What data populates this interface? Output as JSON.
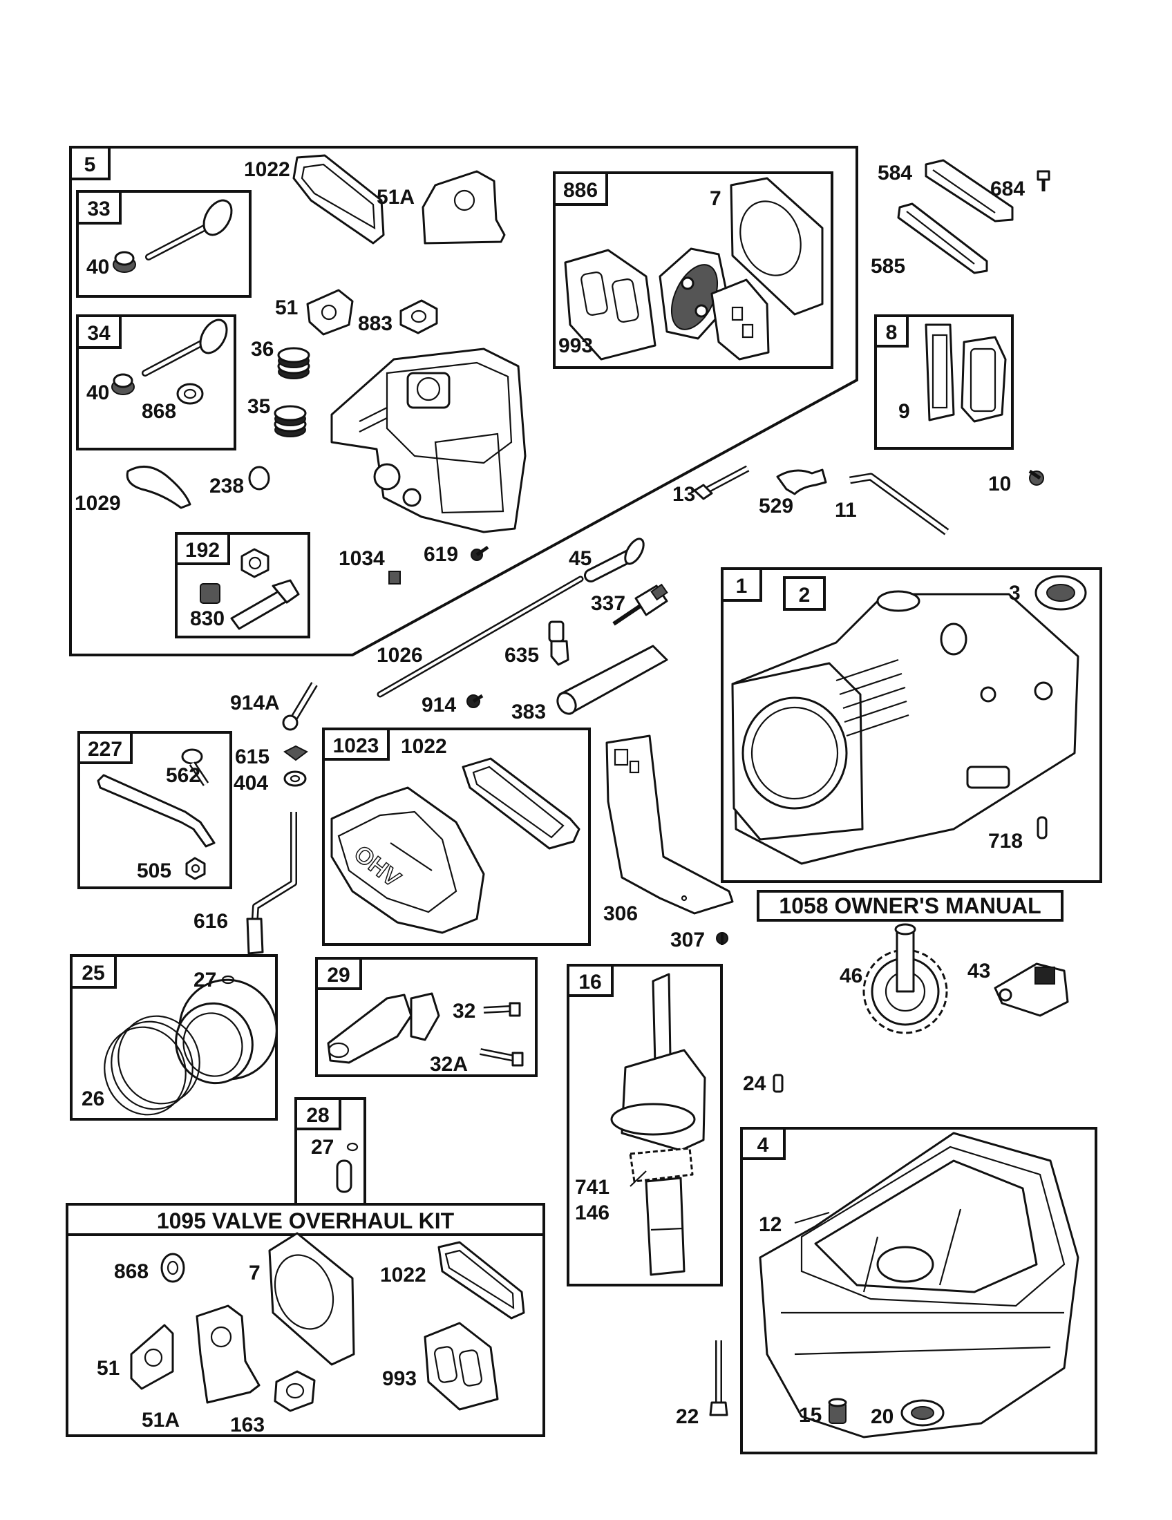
{
  "groups": {
    "g5": "5",
    "g33": "33",
    "g34": "34",
    "g192": "192",
    "g886": "886",
    "g8": "8",
    "g1": "1",
    "g2": "2",
    "g227": "227",
    "g1023": "1023",
    "g25": "25",
    "g29": "29",
    "g28": "28",
    "g16": "16",
    "g4": "4"
  },
  "titles": {
    "owners_manual": "1058 OWNER'S MANUAL",
    "valve_kit": "1095 VALVE OVERHAUL KIT"
  },
  "labels": {
    "l1022a": "1022",
    "l51a_a": "51A",
    "l40a": "40",
    "l51a": "51",
    "l883": "883",
    "l40b": "40",
    "l868a": "868",
    "l36": "36",
    "l35": "35",
    "l1029": "1029",
    "l238": "238",
    "l830": "830",
    "l1034": "1034",
    "l619": "619",
    "l7a": "7",
    "l993a": "993",
    "l584": "584",
    "l684": "684",
    "l585": "585",
    "l9": "9",
    "l13": "13",
    "l529": "529",
    "l11": "11",
    "l10": "10",
    "l45": "45",
    "l337": "337",
    "l1026": "1026",
    "l635": "635",
    "l914a": "914A",
    "l914": "914",
    "l383": "383",
    "l3": "3",
    "l718": "718",
    "l562": "562",
    "l505": "505",
    "l615": "615",
    "l404": "404",
    "l616": "616",
    "l1022b": "1022",
    "l306": "306",
    "l307": "307",
    "l27a": "27",
    "l26": "26",
    "l32": "32",
    "l32a": "32A",
    "l27b": "27",
    "l741": "741",
    "l146": "146",
    "l46": "46",
    "l43": "43",
    "l24": "24",
    "l12": "12",
    "l22": "22",
    "l15": "15",
    "l20": "20",
    "l868b": "868",
    "l7b": "7",
    "l1022c": "1022",
    "l51b": "51",
    "l51a_b": "51A",
    "l163": "163",
    "l993b": "993"
  },
  "engraving": "OHV"
}
